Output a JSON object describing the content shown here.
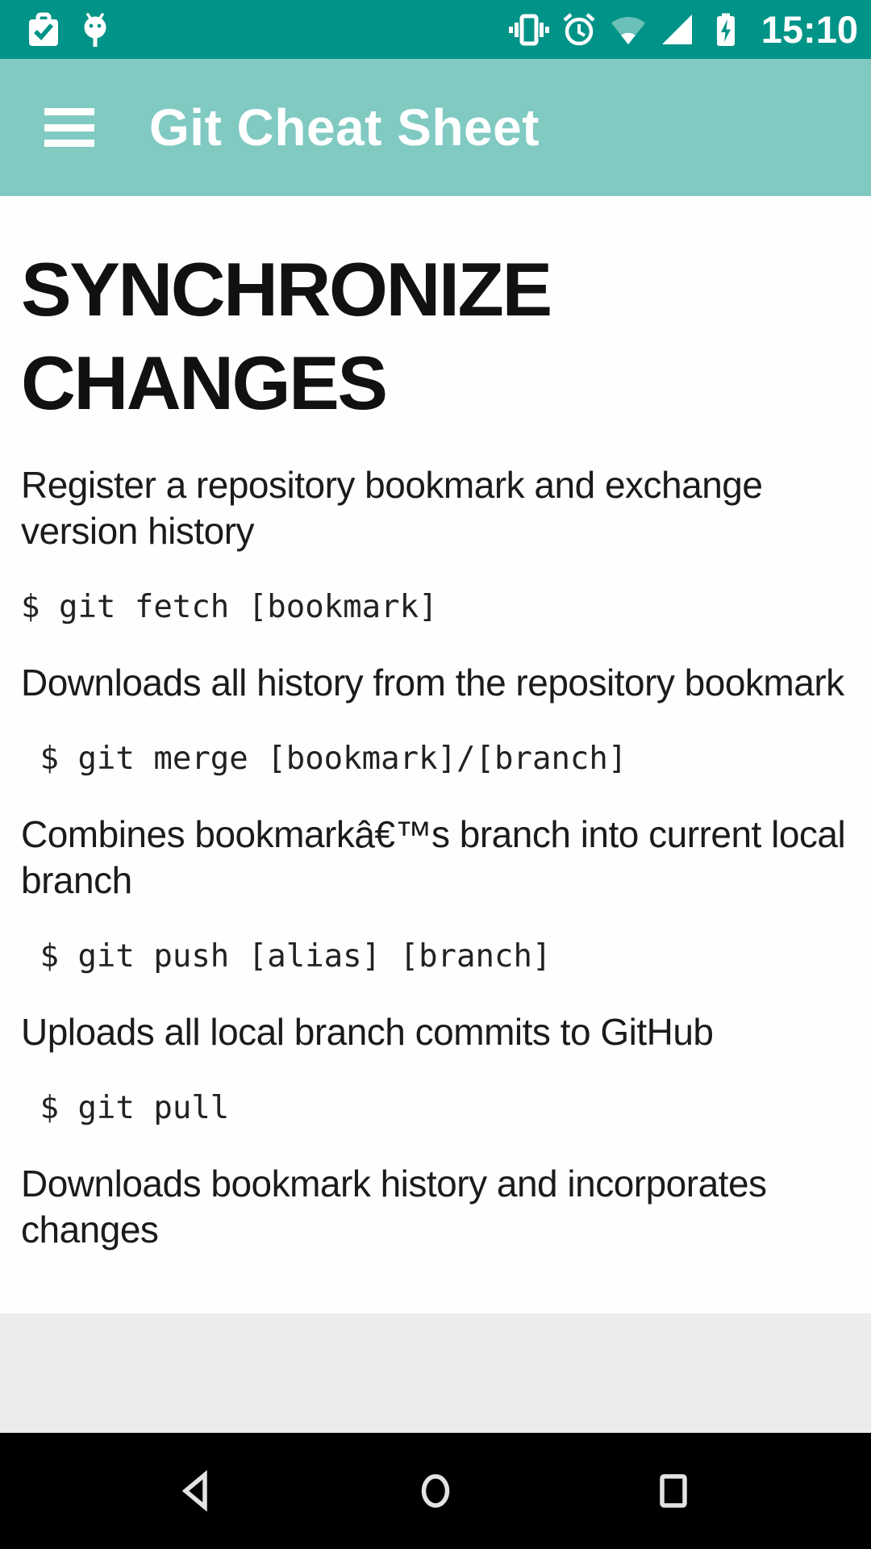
{
  "status_bar": {
    "time": "15:10",
    "bg_color": "#009387",
    "left_icons": [
      "task-complete-icon",
      "android-head-icon"
    ],
    "right_icons": [
      "vibrate-icon",
      "alarm-icon",
      "wifi-icon",
      "cell-signal-icon",
      "battery-charging-icon"
    ]
  },
  "app_bar": {
    "title": "Git Cheat Sheet",
    "bg_color": "#80CAC2",
    "menu_icon": "hamburger-menu-icon"
  },
  "content": {
    "heading": "SYNCHRONIZE CHANGES",
    "blocks": [
      {
        "type": "text",
        "text": "Register a repository bookmark and exchange version history"
      },
      {
        "type": "code",
        "text": "$ git fetch [bookmark]"
      },
      {
        "type": "text",
        "text": "Downloads all history from the repository bookmark"
      },
      {
        "type": "code",
        "text": " $ git merge [bookmark]/[branch]"
      },
      {
        "type": "text",
        "text": "Combines bookmarkâ€™s branch into current local branch"
      },
      {
        "type": "code",
        "text": " $ git push [alias] [branch]"
      },
      {
        "type": "text",
        "text": "Uploads all local branch commits to GitHub"
      },
      {
        "type": "code",
        "text": " $ git pull"
      },
      {
        "type": "text",
        "text": "Downloads bookmark history and incorporates changes"
      }
    ]
  },
  "nav_bar": {
    "bg_color": "#000000",
    "icon_color": "#E3E3E3",
    "icons": [
      "back-icon",
      "home-icon",
      "recents-icon"
    ]
  }
}
